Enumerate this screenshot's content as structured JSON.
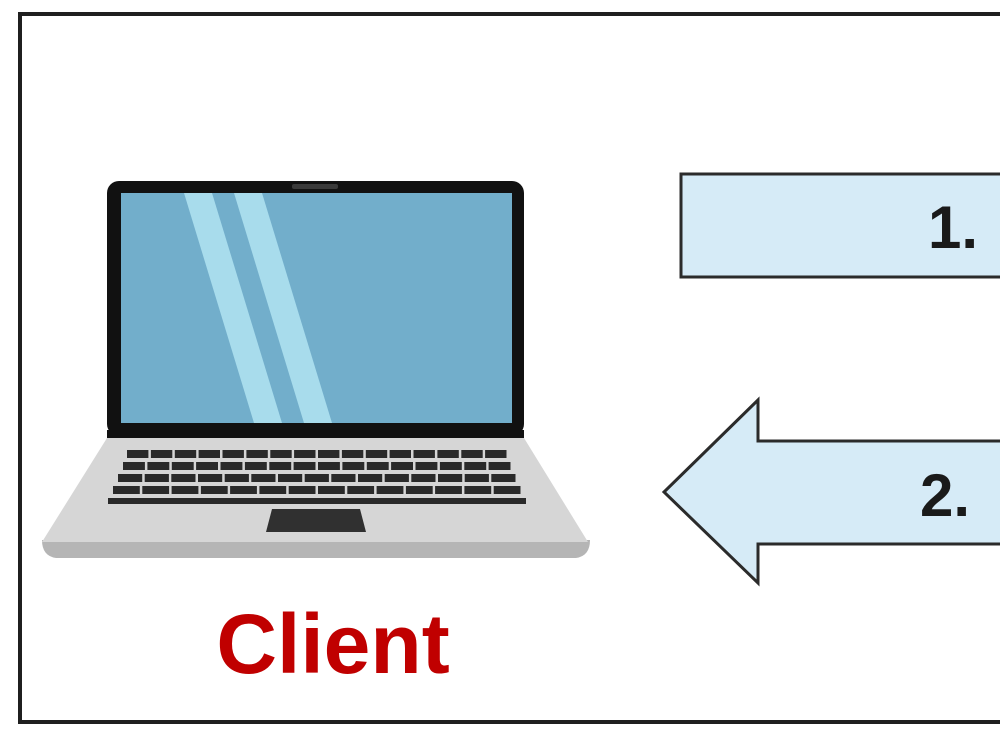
{
  "diagram": {
    "client_label": "Client",
    "arrows": [
      {
        "label": "1. ",
        "direction": "right"
      },
      {
        "label": "2. ",
        "direction": "left"
      }
    ]
  },
  "colors": {
    "client_label": "#c00000",
    "arrow_fill": "#d6ebf7",
    "arrow_stroke": "#2b2b2b",
    "border": "#1f1f1f",
    "screen": "#72aecb",
    "screen_glare": "#a8dcec",
    "bezel": "#111111",
    "laptop_base": "#d6d6d6",
    "laptop_base_shadow": "#b5b5b5",
    "keys": "#2a2a2a",
    "trackpad": "#303030"
  },
  "icons": {
    "client_device": "laptop-icon"
  }
}
